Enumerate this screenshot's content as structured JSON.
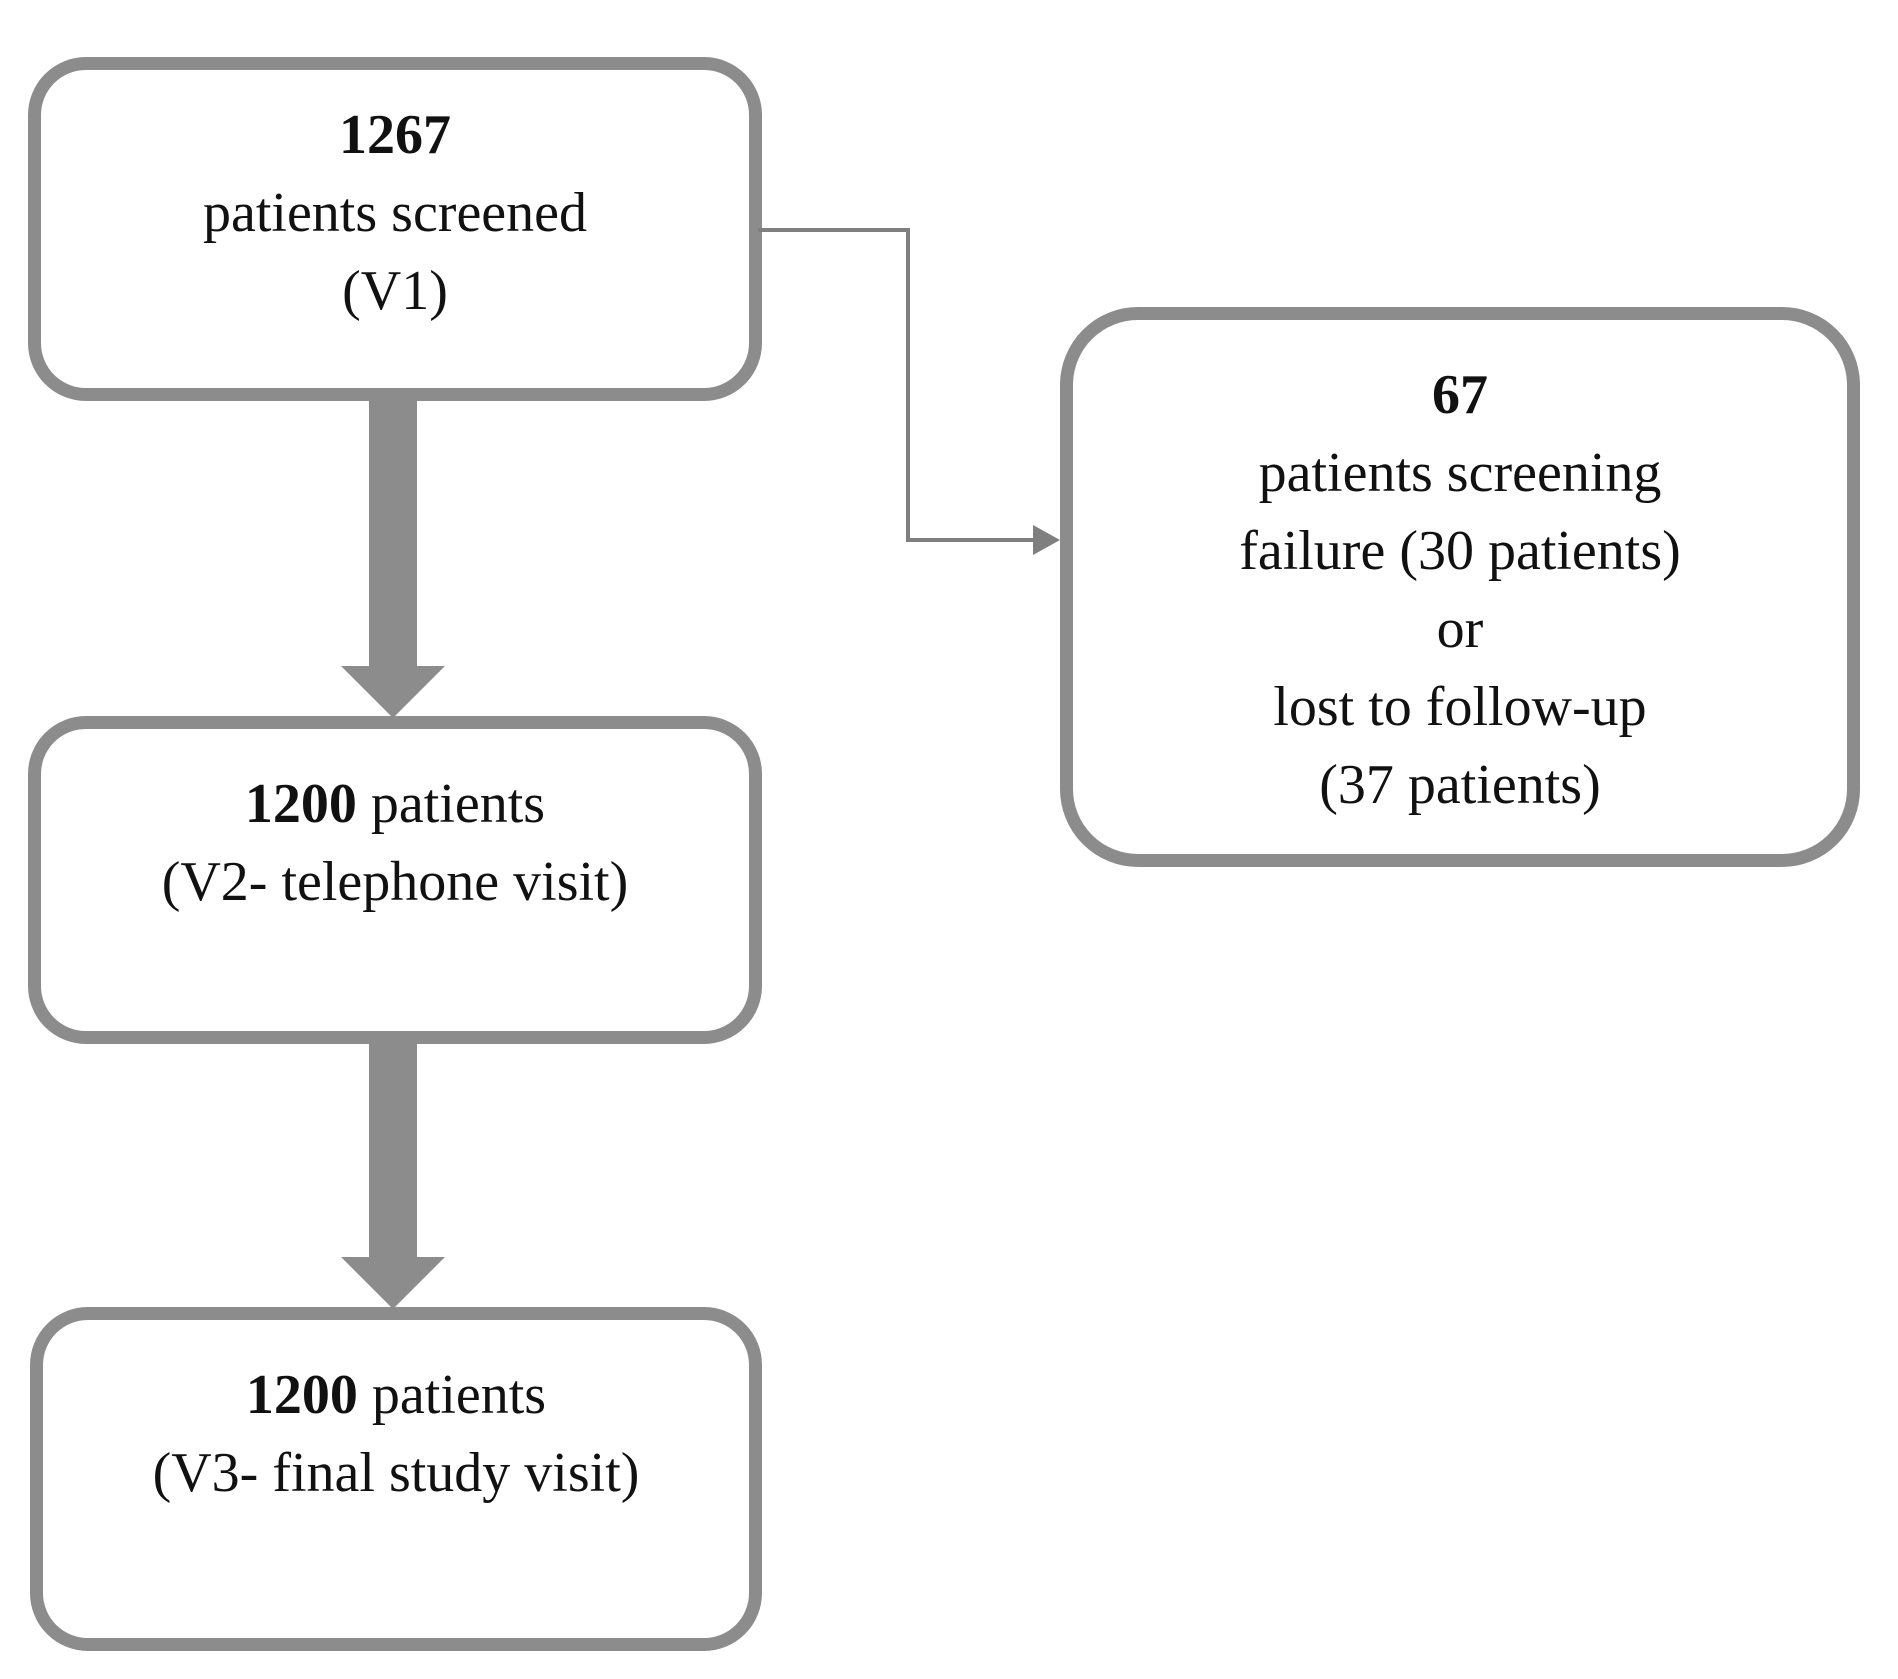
{
  "figure": {
    "colors": {
      "outline_gray": "#8c8c8c",
      "connector_gray": "#7f7f7f",
      "text": "#111111",
      "background": "#ffffff"
    },
    "nodes": {
      "screened": {
        "count": "1267",
        "line2": "patients screened",
        "line3": "(V1)"
      },
      "telephone": {
        "count": "1200",
        "suffix": " patients",
        "line2": "(V2- telephone visit)"
      },
      "final": {
        "count": "1200",
        "suffix": " patients",
        "line2": "(V3- final study visit)"
      },
      "excluded": {
        "count": "67",
        "line2": "patients screening",
        "line3": "failure (30 patients)",
        "line4": "or",
        "line5": "lost to follow-up",
        "line6": "(37 patients)"
      }
    }
  }
}
